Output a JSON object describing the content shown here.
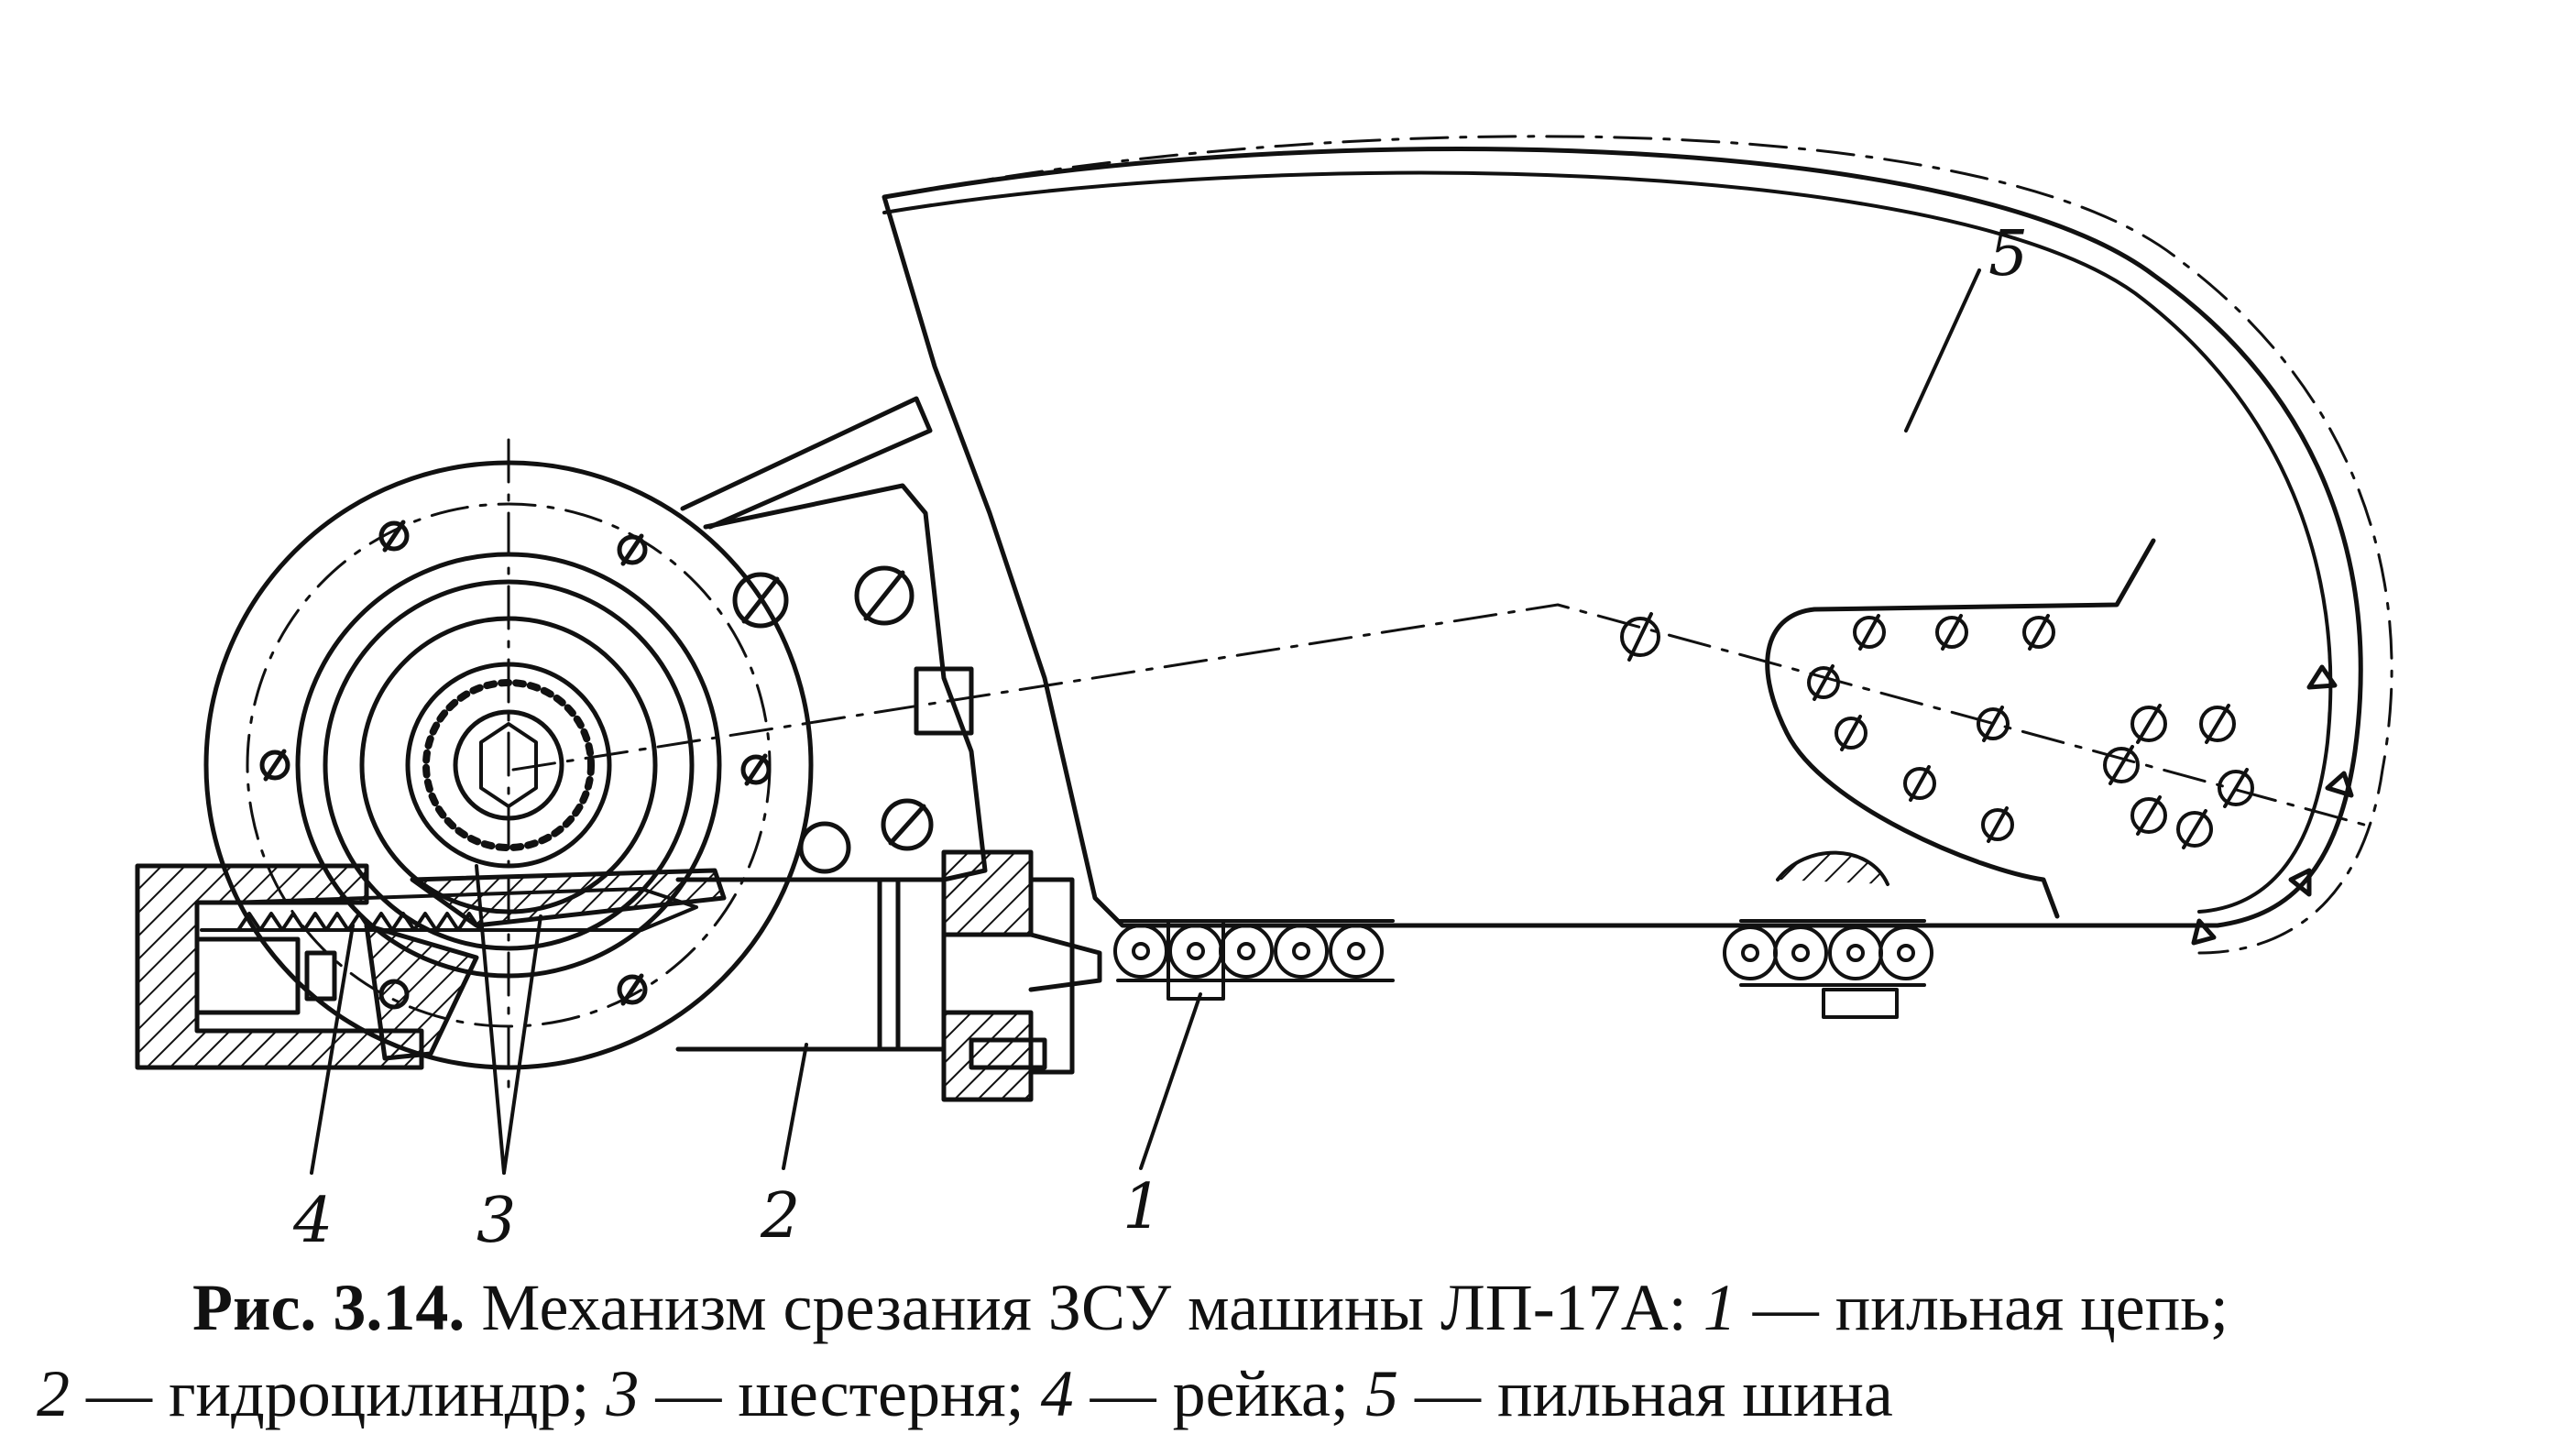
{
  "labels": {
    "l1": "1",
    "l2": "2",
    "l3": "3",
    "l4": "4",
    "l5": "5"
  },
  "caption": {
    "fig_number": "Рис. 3.14.",
    "title": "Механизм срезания ЗСУ машины ЛП-17А:",
    "n1": "1",
    "t1": "— пильная цепь;",
    "n2": "2",
    "t2": "— гидроцилиндр;",
    "n3": "3",
    "t3": "— шестерня;",
    "n4": "4",
    "t4": "— рейка;",
    "n5": "5",
    "t5": "— пильная шина"
  }
}
